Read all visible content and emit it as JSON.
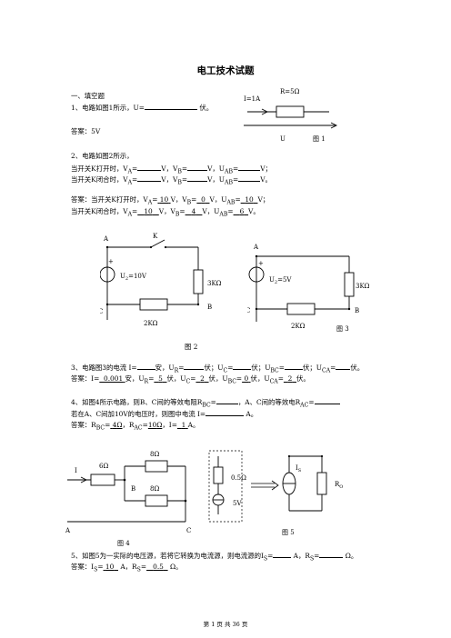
{
  "title": "电工技术试题",
  "section1": "一、填空题",
  "q1": {
    "text": "1、电路如图1所示，U=",
    "unit": "伏。",
    "answer": "答案：5V"
  },
  "fig1": {
    "current": "I=1A",
    "resistor": "R=5Ω",
    "voltage": "U",
    "caption": "图 1"
  },
  "q2": {
    "line1": "2、电路如图2所示，",
    "line2a": "当开关K打开时，V",
    "line3a": "当开关K闭合时，V",
    "answer1": "答案：当开关K打开时，V",
    "answer2": "当开关K闭合时，V",
    "ans_open": [
      "10",
      "0",
      "10"
    ],
    "ans_closed": [
      "10",
      "4",
      "6"
    ]
  },
  "fig2": {
    "A": "A",
    "K": "K",
    "C": "C",
    "B": "B",
    "source": "U",
    "source_sub": "2",
    "source_val": "=10V",
    "r1": "3KΩ",
    "r2": "2KΩ",
    "plus": "+",
    "caption": "图 2"
  },
  "fig3": {
    "A": "A",
    "C": "C",
    "B": "B",
    "source": "U",
    "source_sub": "2",
    "source_val": "=5V",
    "r1": "3KΩ",
    "r2": "2KΩ",
    "plus": "+",
    "caption": "图 3"
  },
  "q3": {
    "text": "3、电路图3的电流 I=",
    "answer_vals": [
      "0.001",
      "5",
      "2",
      "0",
      "2"
    ]
  },
  "q4": {
    "text": "4、如图4所示电路，则B、C间的等效电阻R",
    "text2": "若在A、C间加10V的电压时，则图中电流 I=",
    "answer_vals": [
      "4",
      "10",
      "1"
    ]
  },
  "fig4": {
    "I": "I",
    "r1": "6Ω",
    "r2": "8Ω",
    "r3": "8Ω",
    "B": "B",
    "A": "A",
    "C": "C",
    "caption": "图 4"
  },
  "fig5": {
    "r": "0.5Ω",
    "v": "5V",
    "is": "I",
    "is_sub": "S",
    "ro": "R",
    "ro_sub": "O",
    "caption": "图 5"
  },
  "q5": {
    "text": "5、如图5为一实际的电压源，若将它转换为电流源，则电流源的I",
    "answer_vals": [
      "10",
      "0.5"
    ]
  },
  "footer": "第 1 页 共 36 页"
}
